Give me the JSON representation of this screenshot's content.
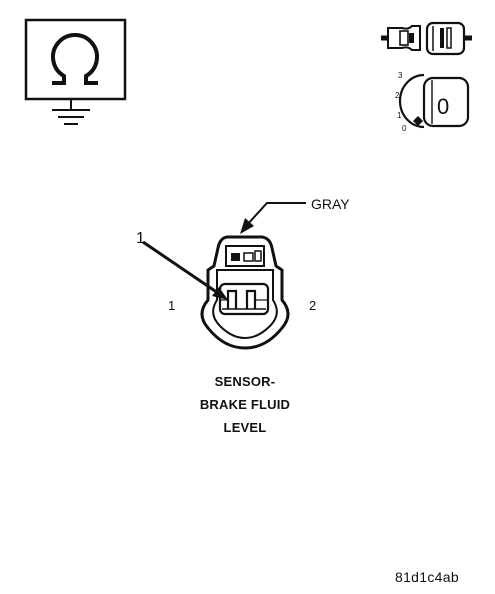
{
  "diagram": {
    "wire_color_label": "GRAY",
    "callout_number": "1",
    "pin_left": "1",
    "pin_right": "2",
    "caption_lines": [
      "SENSOR-",
      "BRAKE FLUID",
      "LEVEL"
    ],
    "figure_id": "81d1c4ab",
    "ignition_positions": [
      "3",
      "2",
      "1",
      "0"
    ],
    "ignition_key_label": "0",
    "icons": {
      "meter": "ohmmeter-ground-icon",
      "connector": "disconnect-connector-icon",
      "ignition": "ignition-key-off-icon"
    }
  }
}
